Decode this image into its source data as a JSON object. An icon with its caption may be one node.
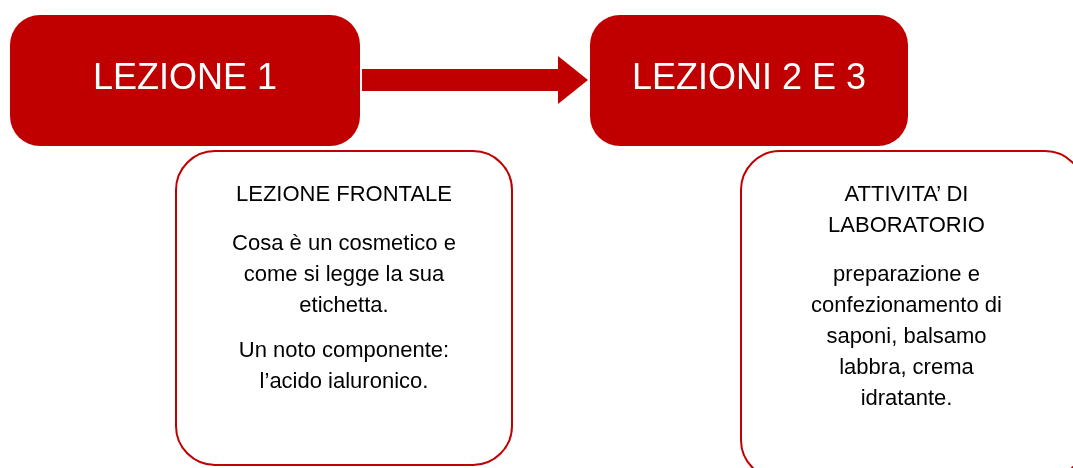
{
  "diagram": {
    "nodes": [
      {
        "text": [
          "LEZIONE 1"
        ]
      },
      {
        "text": [
          "LEZIONE FRONTALE",
          "Cosa è un cosmetico e come si legge la sua etichetta.",
          "Un noto componente: l’acido ialuronico."
        ]
      },
      {
        "text": [
          "LEZIONI 2 E 3"
        ]
      },
      {
        "text": [
          "ATTIVITA’ DI LABORATORIO",
          "preparazione e confezionamento di saponi, balsamo labbra, crema idratante."
        ]
      }
    ],
    "edges": [
      {
        "from": 0,
        "to": 2,
        "arrow": "to",
        "style": "thick"
      }
    ]
  }
}
